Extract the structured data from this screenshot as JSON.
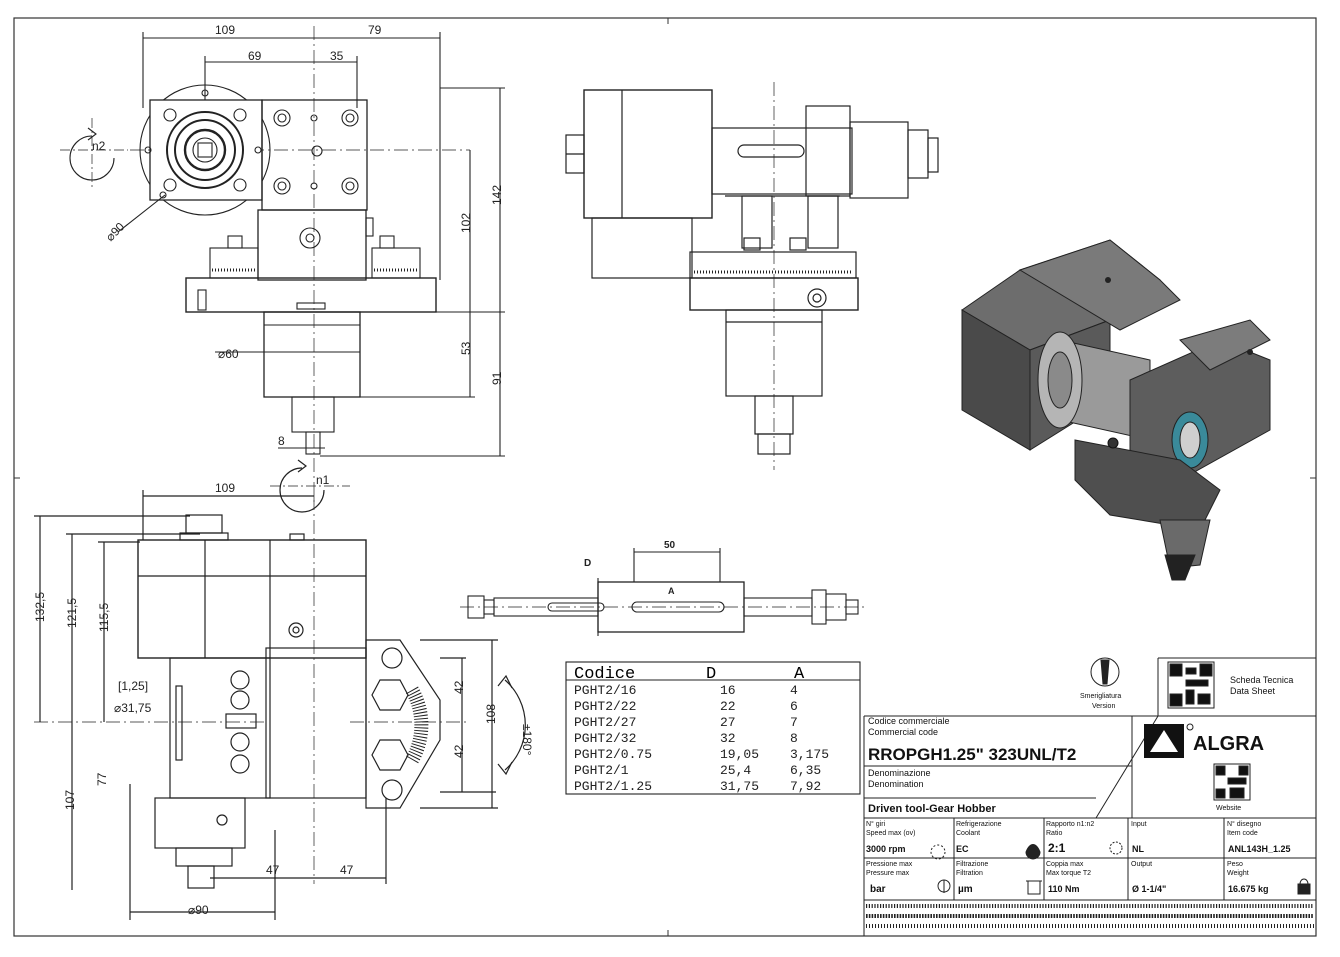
{
  "dims": {
    "top_width_left": "109",
    "top_width_right": "79",
    "top_inner_left": "69",
    "top_inner_right": "35",
    "dia_flange": "⌀90",
    "height_total": "142",
    "height_body": "102",
    "shank_len": "53",
    "shank_total": "91",
    "shank_dia": "⌀60",
    "key_width": "8",
    "front_width": "109",
    "front_h1": "132,5",
    "front_h2": "121,5",
    "front_h3": "115,5",
    "bore_tol": "[1,25]",
    "bore_dia": "⌀31,75",
    "front_low1": "77",
    "front_low2": "107",
    "bottom_dia": "⌀90",
    "bottom_a": "47",
    "bottom_b": "47",
    "side_a": "42",
    "side_b": "42",
    "side_total": "108",
    "rotation": "±180°",
    "arbor_len": "50",
    "arbor_d": "D",
    "arbor_a": "A",
    "rot_n1": "n1",
    "rot_n2": "n2"
  },
  "table": {
    "headers": [
      "Codice",
      "D",
      "A"
    ],
    "rows": [
      [
        "PGHT2/16",
        "16",
        "4"
      ],
      [
        "PGHT2/22",
        "22",
        "6"
      ],
      [
        "PGHT2/27",
        "27",
        "7"
      ],
      [
        "PGHT2/32",
        "32",
        "8"
      ],
      [
        "PGHT2/0.75",
        "19,05",
        "3,175"
      ],
      [
        "PGHT2/1",
        "25,4",
        "6,35"
      ],
      [
        "PGHT2/1.25",
        "31,75",
        "7,92"
      ]
    ]
  },
  "title_block": {
    "version_label_it": "Smerigliatura",
    "version_label_en": "Version",
    "datasheet_it": "Scheda Tecnica",
    "datasheet_en": "Data Sheet",
    "code_label_it": "Codice commerciale",
    "code_label_en": "Commercial code",
    "code_value": "RROPGH1.25\" 323UNL/T2",
    "brand": "ALGRA",
    "brand_color": "#111111",
    "denom_label_it": "Denominazione",
    "denom_label_en": "Denomination",
    "denom_value": "Driven tool-Gear Hobber",
    "website_label": "Website",
    "speed_label_it": "N° giri",
    "speed_label_en": "Speed max (ov)",
    "speed_value": "3000 rpm",
    "coolant_label_it": "Refrigerazione",
    "coolant_label_en": "Coolant",
    "coolant_value": "EC",
    "ratio_label_it": "Rapporto n1:n2",
    "ratio_label_en": "Ratio",
    "ratio_value": "2:1",
    "input_label": "Input",
    "input_value": "NL",
    "drawing_label_it": "N° disegno",
    "drawing_label_en": "Item code",
    "drawing_value": "ANL143H_1.25",
    "pressure_label_it": "Pressione max",
    "pressure_label_en": "Pressure max",
    "pressure_value": "bar",
    "filtration_label_it": "Filtrazione",
    "filtration_label_en": "Filtration",
    "filtration_value": "µm",
    "torque_label_it": "Coppia max",
    "torque_label_en": "Max torque T2",
    "torque_value": "110 Nm",
    "output_label": "Output",
    "output_value": "Ø 1-1/4\"",
    "weight_label_it": "Peso",
    "weight_label_en": "Weight",
    "weight_value": "16.675 kg"
  }
}
